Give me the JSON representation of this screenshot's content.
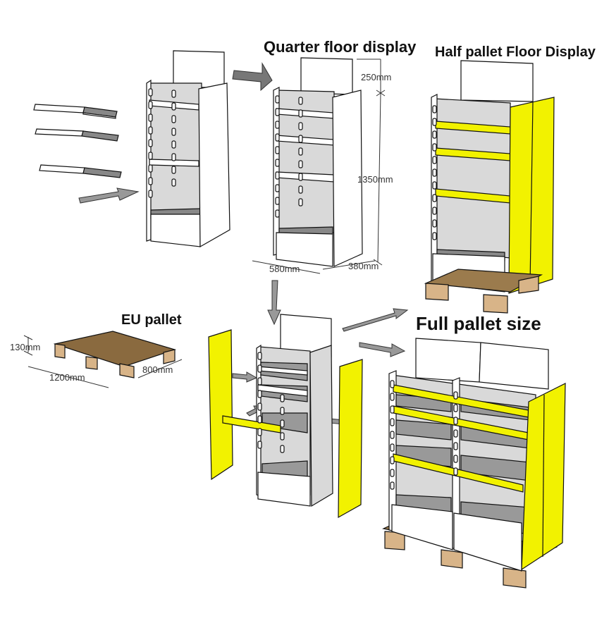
{
  "titles": {
    "quarter": "Quarter floor display",
    "half": "Half pallet Floor Display",
    "full": "Full pallet size",
    "eu": "EU pallet"
  },
  "dimensions": {
    "header_height": "250mm",
    "display_height": "1350mm",
    "display_width": "580mm",
    "display_depth": "380mm",
    "pallet_height": "130mm",
    "pallet_length": "1200mm",
    "pallet_width": "800mm"
  },
  "colors": {
    "accent_yellow": "#f2f200",
    "board_white": "#ffffff",
    "board_grey": "#d9d9d9",
    "shelf_grey": "#999999",
    "pallet_brown": "#8a6a3f",
    "block_tan": "#d8b488",
    "arrow_grey": "#888888"
  }
}
